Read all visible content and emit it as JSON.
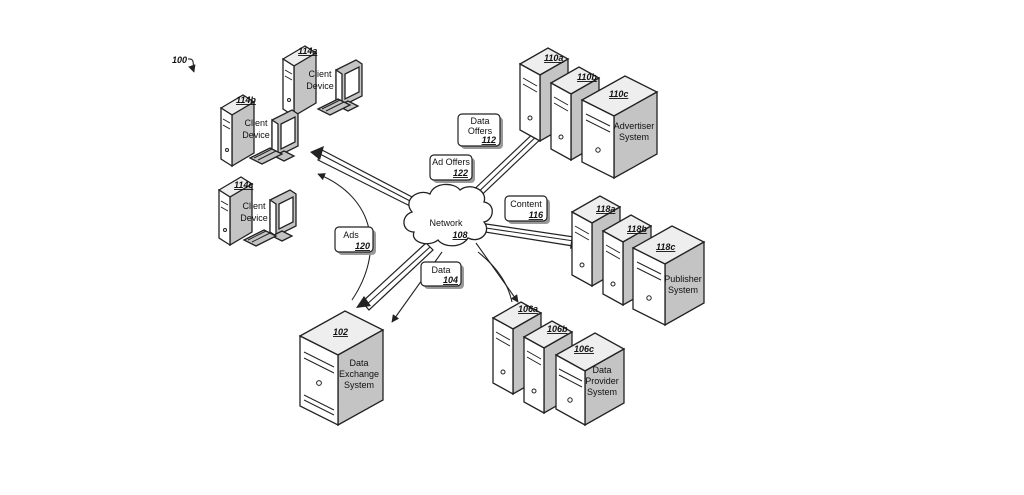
{
  "figure": {
    "ref": "100"
  },
  "network": {
    "label": "Network",
    "ref": "108"
  },
  "clients": [
    {
      "ref": "114a",
      "label_lines": [
        "Client",
        "Device"
      ]
    },
    {
      "ref": "114b",
      "label_lines": [
        "Client",
        "Device"
      ]
    },
    {
      "ref": "114c",
      "label_lines": [
        "Client",
        "Device"
      ]
    }
  ],
  "advertiser": {
    "refs": [
      "110a",
      "110b",
      "110c"
    ],
    "label_lines": [
      "Advertiser",
      "System"
    ]
  },
  "publisher": {
    "refs": [
      "118a",
      "118b",
      "118c"
    ],
    "label_lines": [
      "Publisher",
      "System"
    ]
  },
  "data_provider": {
    "refs": [
      "106a",
      "106b",
      "106c"
    ],
    "label_lines": [
      "Data",
      "Provider",
      "System"
    ]
  },
  "data_exchange": {
    "ref": "102",
    "label_lines": [
      "Data",
      "Exchange",
      "System"
    ]
  },
  "flows": [
    {
      "id": "data-offers",
      "label_lines": [
        "Data",
        "Offers"
      ],
      "ref": "112"
    },
    {
      "id": "ad-offers",
      "label_lines": [
        "Ad Offers"
      ],
      "ref": "122"
    },
    {
      "id": "content",
      "label_lines": [
        "Content"
      ],
      "ref": "116"
    },
    {
      "id": "ads",
      "label_lines": [
        "Ads"
      ],
      "ref": "120"
    },
    {
      "id": "data",
      "label_lines": [
        "Data"
      ],
      "ref": "104"
    }
  ]
}
